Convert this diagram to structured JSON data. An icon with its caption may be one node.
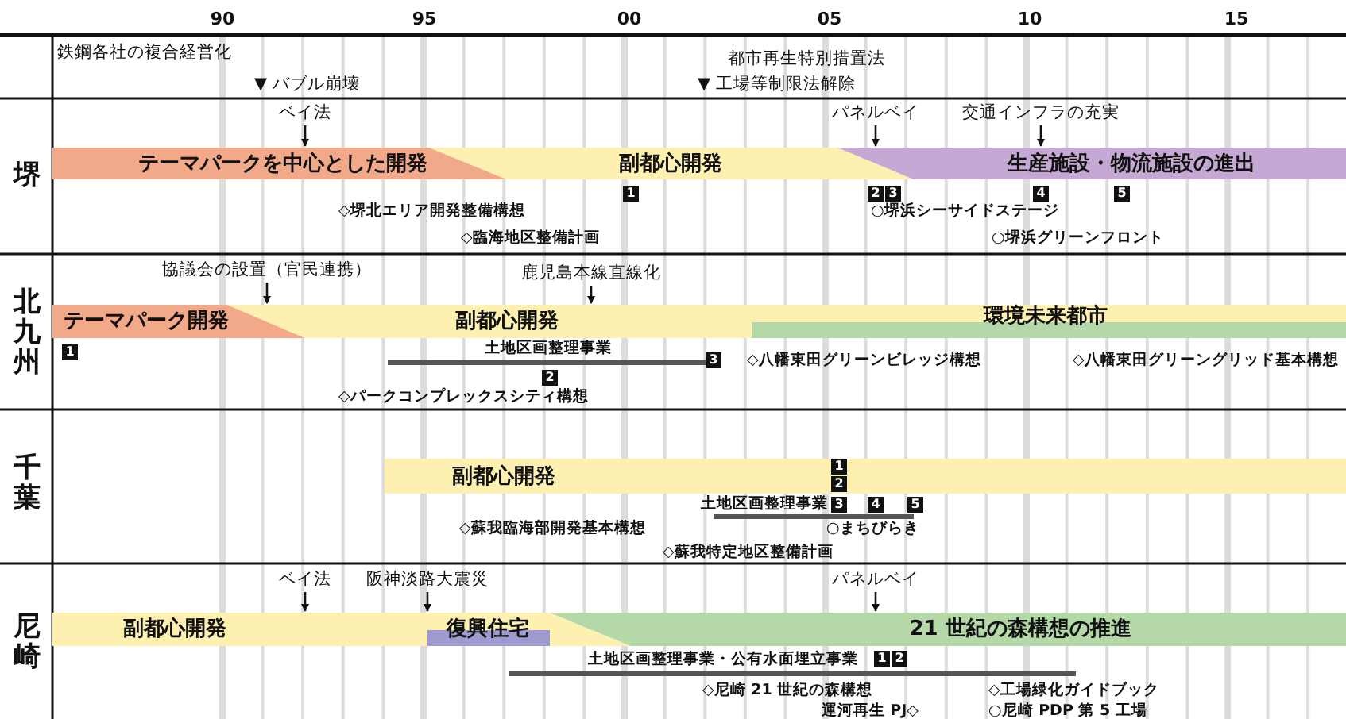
{
  "diagram": {
    "nodes": [
      {
        "text": [
          "テーマパークを中心とした開発"
        ]
      },
      {
        "text": [
          "副都心開発"
        ]
      },
      {
        "text": [
          "生産施設・物流施設の進出"
        ]
      },
      {
        "text": [
          "ベイ法"
        ]
      },
      {
        "text": [
          "パネルベイ"
        ]
      },
      {
        "text": [
          "交通インフラの充実"
        ]
      },
      {
        "text": [
          "テーマパーク開発"
        ]
      },
      {
        "text": [
          "副都心開発"
        ]
      },
      {
        "text": [
          "環境未来都市"
        ]
      },
      {
        "text": [
          "協議会の設置（官民連携）"
        ]
      },
      {
        "text": [
          "鹿児島本線直線化"
        ]
      },
      {
        "text": [
          "土地区画整理事業"
        ]
      },
      {
        "text": [
          "副都心開発"
        ]
      },
      {
        "text": [
          "土地区画整理事業"
        ]
      },
      {
        "text": [
          "副都心開発"
        ]
      },
      {
        "text": [
          "復興住宅"
        ]
      },
      {
        "text": [
          "21 世紀の森構想の推進"
        ]
      },
      {
        "text": [
          "ベイ法"
        ]
      },
      {
        "text": [
          "阪神淡路大震災"
        ]
      },
      {
        "text": [
          "パネルベイ"
        ]
      },
      {
        "text": [
          "土地区画整理事業・公有水面埋立事業"
        ]
      }
    ],
    "edges": [
      {
        "from": 3,
        "to": 0,
        "arrow": "to"
      },
      {
        "from": 4,
        "to": 2,
        "arrow": "to"
      },
      {
        "from": 5,
        "to": 2,
        "arrow": "to"
      },
      {
        "from": 9,
        "to": 6,
        "arrow": "to"
      },
      {
        "from": 10,
        "to": 7,
        "arrow": "to"
      },
      {
        "from": 17,
        "to": 14,
        "arrow": "to"
      },
      {
        "from": 18,
        "to": 15,
        "arrow": "to"
      },
      {
        "from": 19,
        "to": 16,
        "arrow": "to"
      }
    ],
    "labels": [
      "90",
      "95",
      "00",
      "05",
      "10",
      "15",
      "鉄鋼各社の複合経営化",
      "都市再生特別措置法",
      "▼ バブル崩壊",
      "▼ 工場等制限法解除",
      "堺",
      "1",
      "2",
      "3",
      "4",
      "5",
      "◇堺北エリア開発整備構想",
      "○堺浜シーサイドステージ",
      "◇臨海地区整備計画",
      "○堺浜グリーンフロント",
      "北九州",
      "1",
      "3",
      "◇八幡東田グリーンビレッジ構想",
      "◇八幡東田グリーングリッド基本構想",
      "2",
      "◇パークコンプレックスシティ構想",
      "千葉",
      "1",
      "2",
      "3",
      "4",
      "5",
      "◇蘇我臨海部開発基本構想",
      "○まちびらき",
      "◇蘇我特定地区整備計画",
      "尼崎",
      "1",
      "2",
      "◇尼崎 21 世紀の森構想",
      "◇工場緑化ガイドブック",
      "運河再生 PJ◇",
      "○尼崎 PDP 第 5 工場"
    ]
  }
}
